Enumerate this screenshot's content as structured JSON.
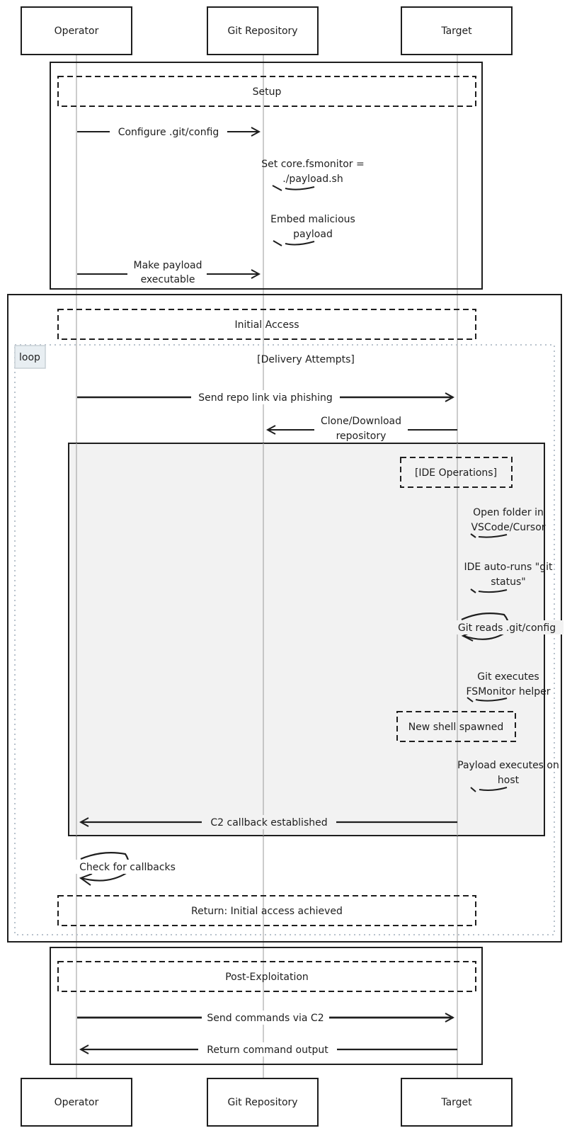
{
  "title": "Git FSMonitor Attack Sequence",
  "participants": [
    {
      "id": "operator",
      "label": "Operator"
    },
    {
      "id": "repo",
      "label": "Git Repository"
    },
    {
      "id": "target",
      "label": "Target"
    }
  ],
  "sections": {
    "setup": {
      "label": "Setup",
      "messages": [
        {
          "from": "operator",
          "to": "repo",
          "lines": [
            "Configure .git/config"
          ]
        },
        {
          "from": "repo",
          "to": "repo",
          "lines": [
            "Set core.fsmonitor =",
            "./payload.sh"
          ]
        },
        {
          "from": "repo",
          "to": "repo",
          "lines": [
            "Embed malicious",
            "payload"
          ]
        },
        {
          "from": "operator",
          "to": "repo",
          "lines": [
            "Make payload",
            "executable"
          ]
        }
      ]
    },
    "initial_access": {
      "label": "Initial Access",
      "loop": {
        "badge": "loop",
        "condition": "[Delivery Attempts]"
      },
      "messages_before": [
        {
          "from": "operator",
          "to": "target",
          "lines": [
            "Send repo link via phishing"
          ]
        },
        {
          "from": "target",
          "to": "repo",
          "lines": [
            "Clone/Download",
            "repository"
          ]
        }
      ],
      "ide_block": {
        "label": "[IDE Operations]",
        "messages": [
          {
            "from": "target",
            "to": "target",
            "lines": [
              "Open folder in",
              "VSCode/Cursor"
            ]
          },
          {
            "from": "target",
            "to": "target",
            "lines": [
              "IDE auto-runs \"git",
              "status\""
            ]
          },
          {
            "from": "target",
            "to": "target",
            "lines": [
              "Git reads .git/config"
            ]
          },
          {
            "from": "target",
            "to": "target",
            "lines": [
              "Git executes",
              "FSMonitor helper"
            ]
          }
        ],
        "note": "New shell spawned",
        "messages_after": [
          {
            "from": "target",
            "to": "target",
            "lines": [
              "Payload executes on",
              "host"
            ]
          },
          {
            "from": "target",
            "to": "operator",
            "lines": [
              "C2 callback established"
            ]
          }
        ]
      },
      "messages_after": [
        {
          "from": "operator",
          "to": "operator",
          "lines": [
            "Check for callbacks"
          ]
        }
      ],
      "return_note": "Return: Initial access achieved"
    },
    "post_exploitation": {
      "label": "Post-Exploitation",
      "messages": [
        {
          "from": "operator",
          "to": "target",
          "lines": [
            "Send commands via C2"
          ]
        },
        {
          "from": "target",
          "to": "operator",
          "lines": [
            "Return command output"
          ]
        }
      ]
    }
  }
}
